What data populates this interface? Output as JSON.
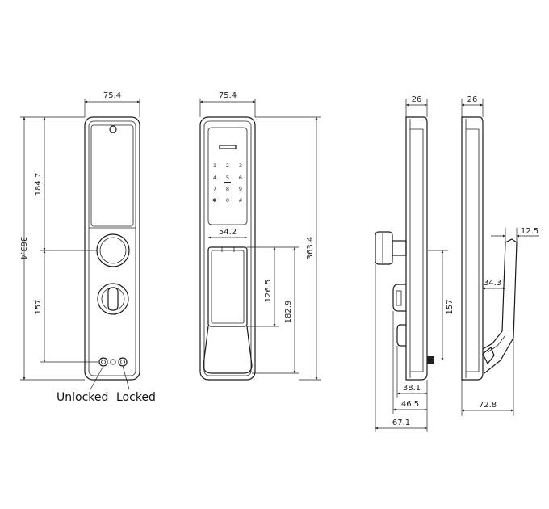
{
  "front_view": {
    "width_dim": "75.4",
    "height_dim": "363.4",
    "upper_dim": "184.7",
    "lower_dim": "157",
    "label_unlocked": "Unlocked",
    "label_locked": "Locked"
  },
  "keypad_view": {
    "width_dim": "75.4",
    "handle_width_dim": "54.2",
    "handle_inner_dim": "126.5",
    "handle_outer_dim": "182.9",
    "height_dim": "363.4",
    "keys": [
      "1",
      "2",
      "3",
      "4",
      "5",
      "6",
      "7",
      "8",
      "9",
      "✱",
      "0",
      "#"
    ]
  },
  "side_view_left": {
    "top_dim": "26",
    "spindle_dim": "157",
    "dim_a": "38.1",
    "dim_b": "46.5",
    "dim_c": "67.1"
  },
  "side_view_right": {
    "top_dim": "26",
    "handle_tip_dim": "12.5",
    "handle_offset_dim": "34.3",
    "depth_dim": "72.8"
  }
}
